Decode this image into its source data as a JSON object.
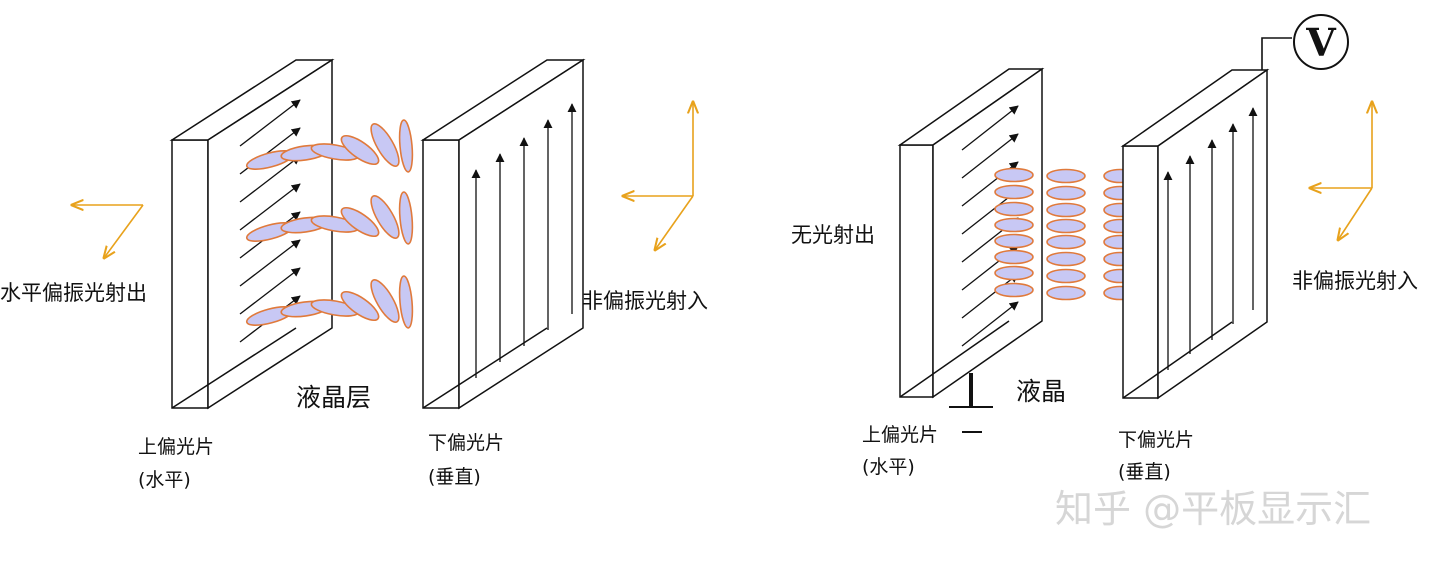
{
  "left": {
    "exit_label": "水平偏振光射出",
    "entry_label": "非偏振光射入",
    "lc_label": "液晶层",
    "upper_polarizer": {
      "name": "上偏光片",
      "orientation": "(水平)"
    },
    "lower_polarizer": {
      "name": "下偏光片",
      "orientation": "(垂直)"
    }
  },
  "right": {
    "exit_label": "无光射出",
    "entry_label": "非偏振光射入",
    "lc_label": "液晶",
    "voltmeter_symbol": "V",
    "upper_polarizer": {
      "name": "上偏光片",
      "orientation": "(水平)"
    },
    "lower_polarizer": {
      "name": "下偏光片",
      "orientation": "(垂直)"
    }
  },
  "watermark": "知乎 @平板显示汇",
  "colors": {
    "lc_fill": "#c8c8f4",
    "lc_stroke": "#e07a3c",
    "light_axes": "#e8a21c"
  }
}
